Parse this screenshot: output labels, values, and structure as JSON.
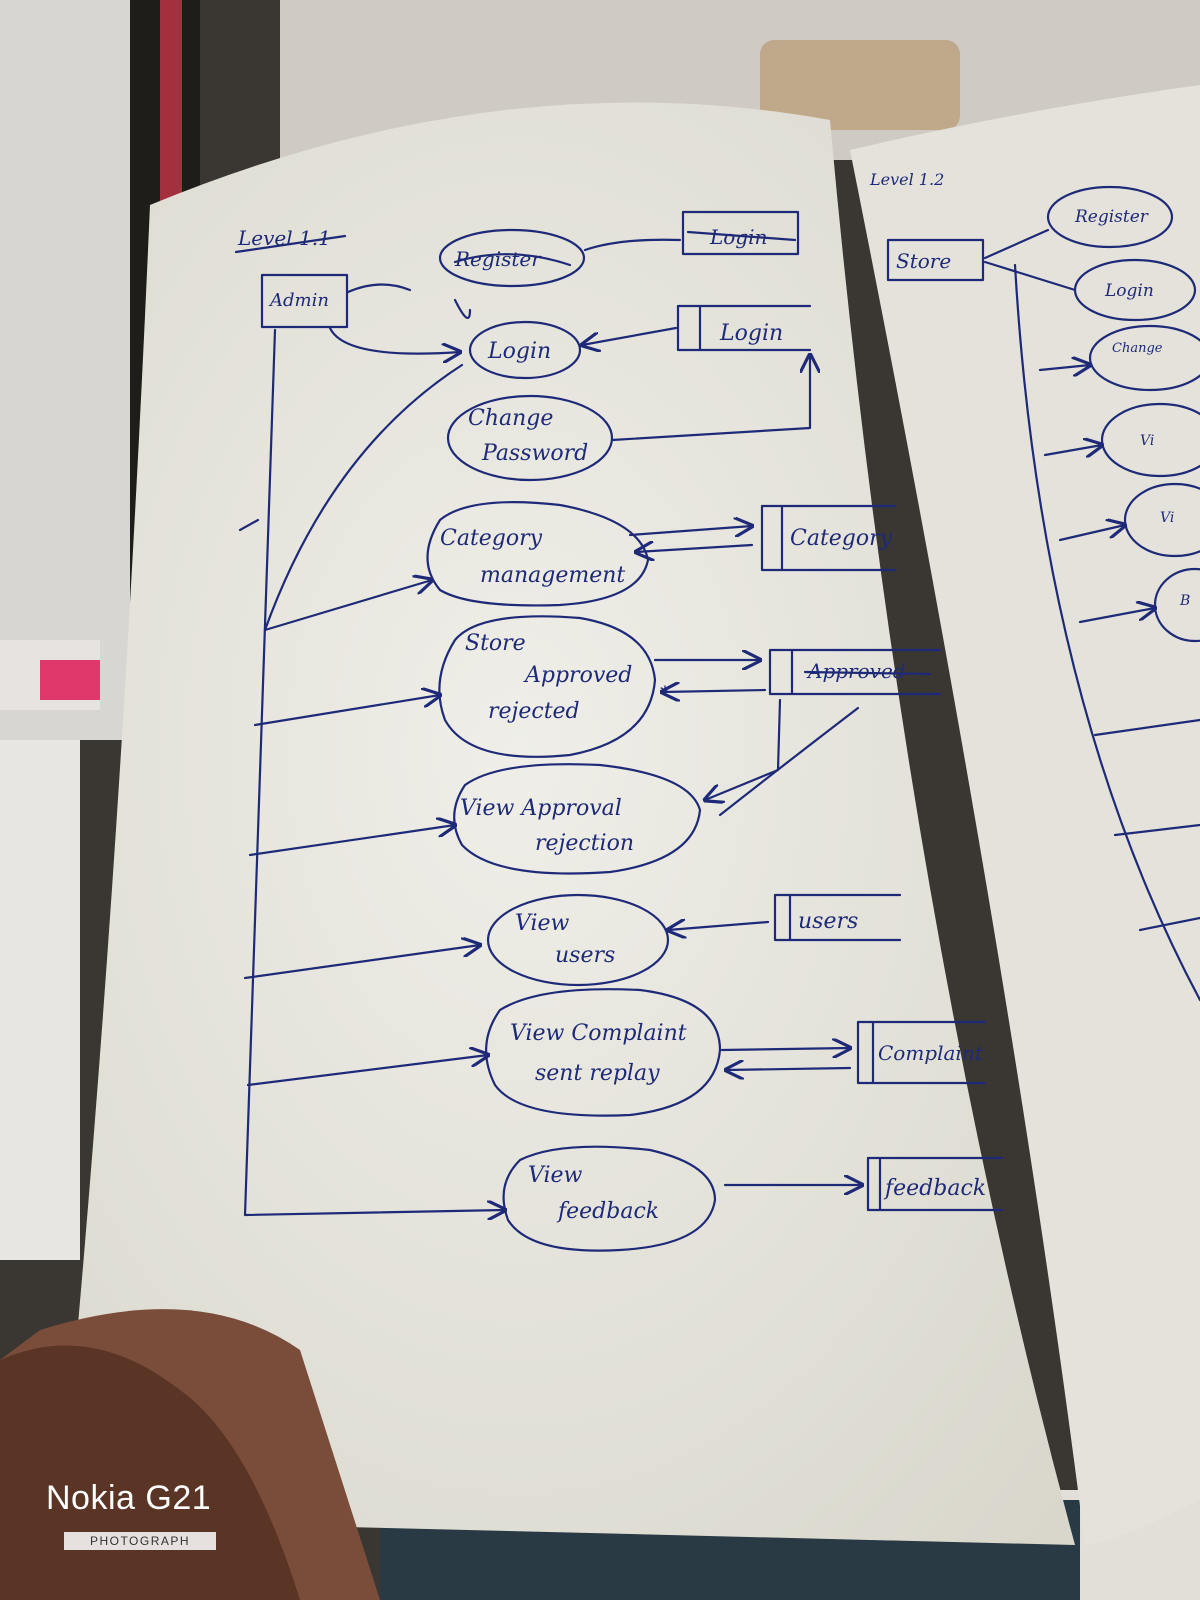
{
  "page": {
    "level_label": "Level 1.1",
    "right_level_label": "Level 1.2"
  },
  "diagram": {
    "entity_admin": "Admin",
    "crossed_register": "Register",
    "crossed_login_store": "Login",
    "processes": {
      "login": "Login",
      "change_password": [
        "Change",
        "Password"
      ],
      "category_management": [
        "Category",
        "management"
      ],
      "store_approved_rejected": [
        "Store",
        "Approved",
        "rejected"
      ],
      "view_approval_rejection": [
        "View Approval",
        "rejection"
      ],
      "view_users": [
        "View",
        "users"
      ],
      "view_complaint": [
        "View Complaint",
        "sent replay"
      ],
      "view_feedback": [
        "View",
        "feedback"
      ]
    },
    "stores": {
      "login": "Login",
      "category": "Category",
      "approved": "Approved",
      "users": "users",
      "complaint": "Complaint",
      "feedback": "feedback"
    }
  },
  "right_page": {
    "entity_store": "Store",
    "processes": [
      "Register",
      "Login",
      "Change",
      "Vi",
      "Vi",
      "B"
    ]
  },
  "watermark": {
    "brand": "Nokia G21",
    "sub": "PHOTOGRAPH"
  },
  "colors": {
    "ink": "#1e2a78",
    "paper": "#eeede6",
    "background": "#3a3733"
  }
}
